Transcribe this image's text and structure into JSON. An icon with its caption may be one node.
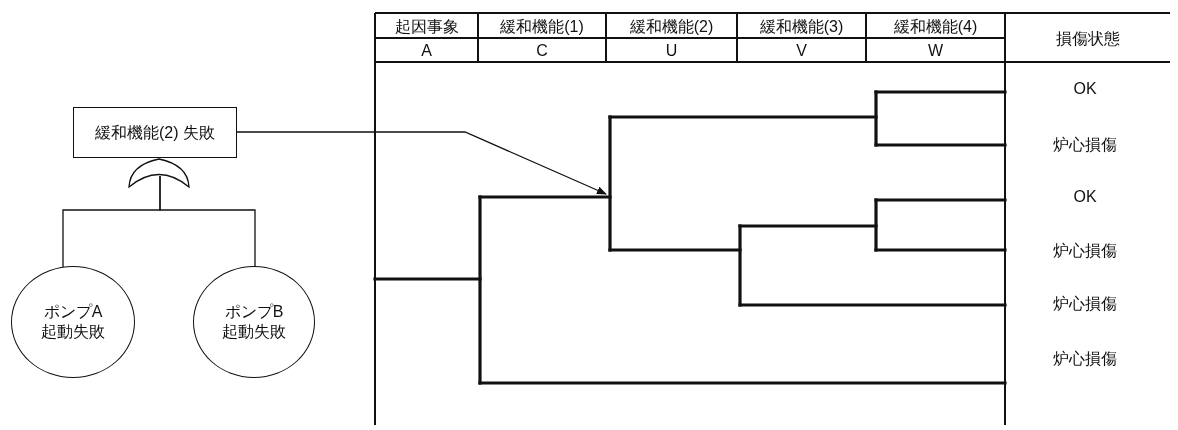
{
  "diagram": {
    "nodes": [
      {
        "text": [
          "緩和機能(2) 失敗"
        ]
      },
      {
        "text": [],
        "shape": "gate"
      },
      {
        "text": [
          "ポンプA 起動失敗"
        ]
      },
      {
        "text": [
          "ポンプB 起動失敗"
        ]
      }
    ],
    "edges": [
      {
        "from": 1,
        "to": 2,
        "arrow": "none"
      },
      {
        "from": 1,
        "to": 3,
        "arrow": "none"
      },
      {
        "from": 0,
        "to": null,
        "arrow": "to"
      }
    ],
    "labels": [
      "起因事象",
      "緩和機能(1)",
      "緩和機能(2)",
      "緩和機能(3)",
      "緩和機能(4)",
      "損傷状態",
      "A",
      "C",
      "U",
      "V",
      "W",
      "OK",
      "炉心損傷",
      "OK",
      "炉心損傷",
      "炉心損傷",
      "炉心損傷"
    ]
  }
}
